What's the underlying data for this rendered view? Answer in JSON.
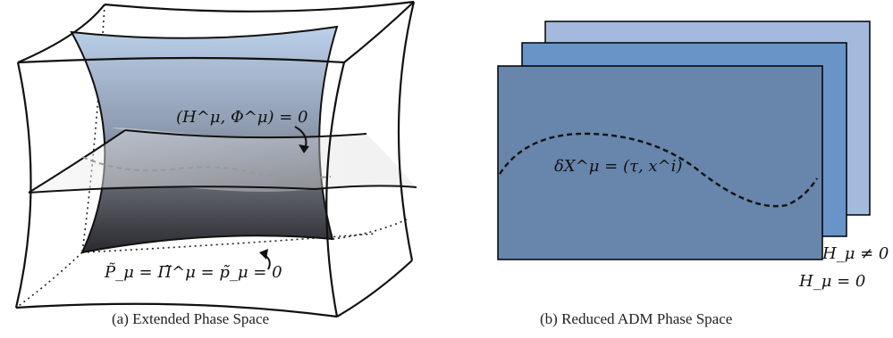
{
  "panel_a": {
    "constraint_label": "(H^μ, Φ^μ) = 0",
    "gauge_label": "P̃_μ = Π̃^μ = p̃_μ = 0",
    "caption": "(a)  Extended Phase Space"
  },
  "panel_b": {
    "embedding_label": "δX^μ = (τ, x^i)",
    "label_nonzero": "H_μ ≠ 0",
    "label_zero": "H_μ = 0",
    "caption": "(b)  Reduced ADM Phase Space"
  },
  "colors": {
    "sheet_back": "#a3b9de",
    "sheet_middle": "#6994c8",
    "sheet_front": "#6885ab",
    "surface_top": "#b8cde6",
    "surface_bottom": "#2c2c30"
  }
}
